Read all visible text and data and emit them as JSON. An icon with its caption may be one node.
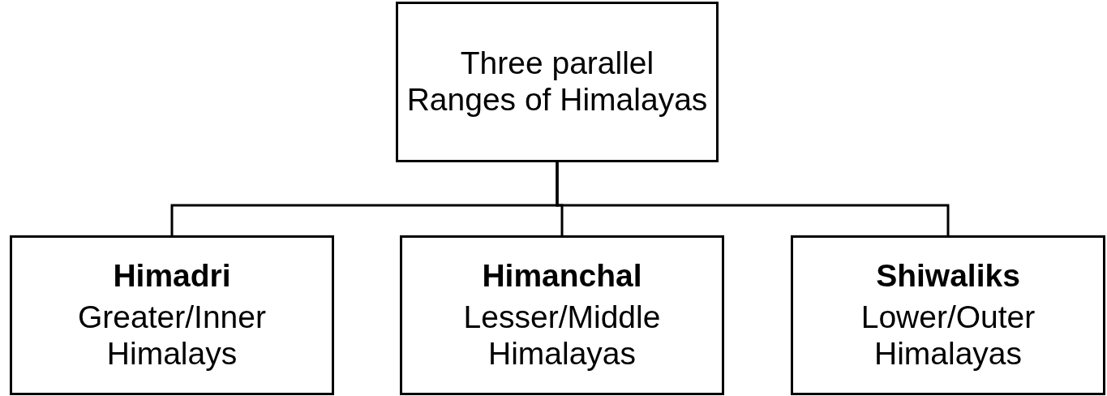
{
  "diagram": {
    "nodes": [
      {
        "text": [
          "Three parallel Ranges of Himalayas"
        ]
      },
      {
        "text": [
          "Himadri",
          "Greater/Inner Himalays"
        ]
      },
      {
        "text": [
          "Himanchal",
          "Lesser/Middle Himalayas"
        ]
      },
      {
        "text": [
          "Shiwaliks",
          "Lower/Outer Himalayas"
        ]
      }
    ],
    "edges": [
      {
        "from": 0,
        "to": 1,
        "arrow": "none"
      },
      {
        "from": 0,
        "to": 2,
        "arrow": "none"
      },
      {
        "from": 0,
        "to": 3,
        "arrow": "none"
      }
    ]
  }
}
